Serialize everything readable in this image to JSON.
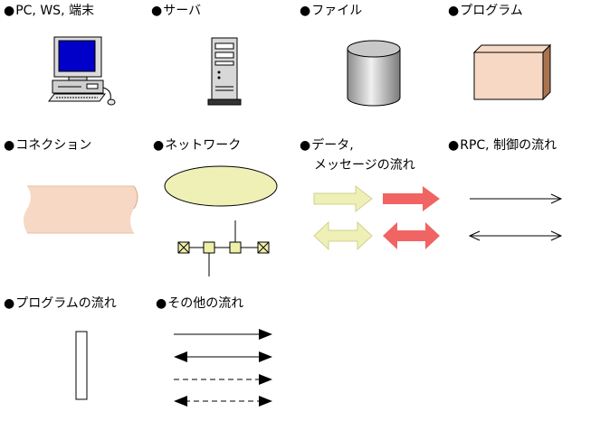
{
  "bullet": "●",
  "labels": {
    "pc": "PC, WS, 端末",
    "server": "サーバ",
    "file": "ファイル",
    "program": "プログラム",
    "connection": "コネクション",
    "network": "ネットワーク",
    "data_line1": "データ,",
    "data_line2": "メッセージの流れ",
    "rpc": "RPC, 制御の流れ",
    "program_flow": "プログラムの流れ",
    "other_flow": "その他の流れ"
  },
  "icons": {
    "pc": "desktop-computer-icon",
    "server": "tower-server-icon",
    "file": "database-cylinder-icon",
    "program": "box-icon",
    "connection": "pipe-icon",
    "network": "network-topology-icon"
  },
  "colors": {
    "screen_blue": "#0000c8",
    "file_gray": "#b4b4b4",
    "program_fill": "#f7d8c4",
    "program_side": "#a8734f",
    "pipe_fill": "#f7d8c4",
    "network_fill": "#eef0b6",
    "network_node": "#eef0a8",
    "data_arrow_light": "#eef0b6",
    "data_arrow_red": "#f06464"
  }
}
